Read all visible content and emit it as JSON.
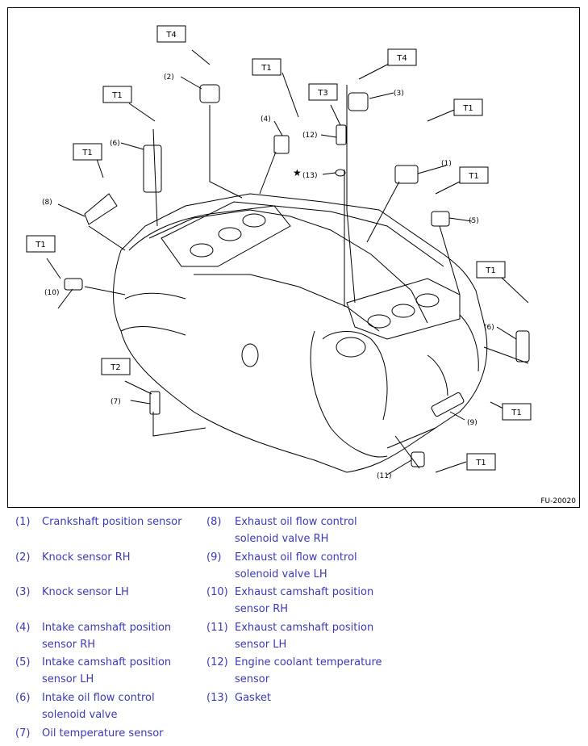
{
  "figure_id": "FU-20020",
  "torque_tags": [
    "T4",
    "T1",
    "T1",
    "T3",
    "T4",
    "T1",
    "T1",
    "T1",
    "T1",
    "T1",
    "T2",
    "T1",
    "T1"
  ],
  "callouts": [
    "(1)",
    "(2)",
    "(3)",
    "(4)",
    "(5)",
    "(6)",
    "(7)",
    "(8)",
    "(9)",
    "(10)",
    "(11)",
    "(12)",
    "(13)",
    "(6)"
  ],
  "star": "★",
  "legend": [
    {
      "num": "(1)",
      "text": "Crankshaft position sensor"
    },
    {
      "num": "(2)",
      "text": "Knock sensor RH"
    },
    {
      "num": "(3)",
      "text": "Knock sensor LH"
    },
    {
      "num": "(4)",
      "text": "Intake camshaft position sensor RH"
    },
    {
      "num": "(5)",
      "text": "Intake camshaft position sensor LH"
    },
    {
      "num": "(6)",
      "text": "Intake oil flow control solenoid valve"
    },
    {
      "num": "(7)",
      "text": "Oil temperature sensor"
    },
    {
      "num": "(8)",
      "text": "Exhaust oil flow control solenoid valve RH"
    },
    {
      "num": "(9)",
      "text": "Exhaust oil flow control solenoid valve LH"
    },
    {
      "num": "(10)",
      "text": "Exhaust camshaft position sensor RH"
    },
    {
      "num": "(11)",
      "text": "Exhaust camshaft position sensor LH"
    },
    {
      "num": "(12)",
      "text": "Engine coolant temperature sensor"
    },
    {
      "num": "(13)",
      "text": "Gasket"
    }
  ]
}
